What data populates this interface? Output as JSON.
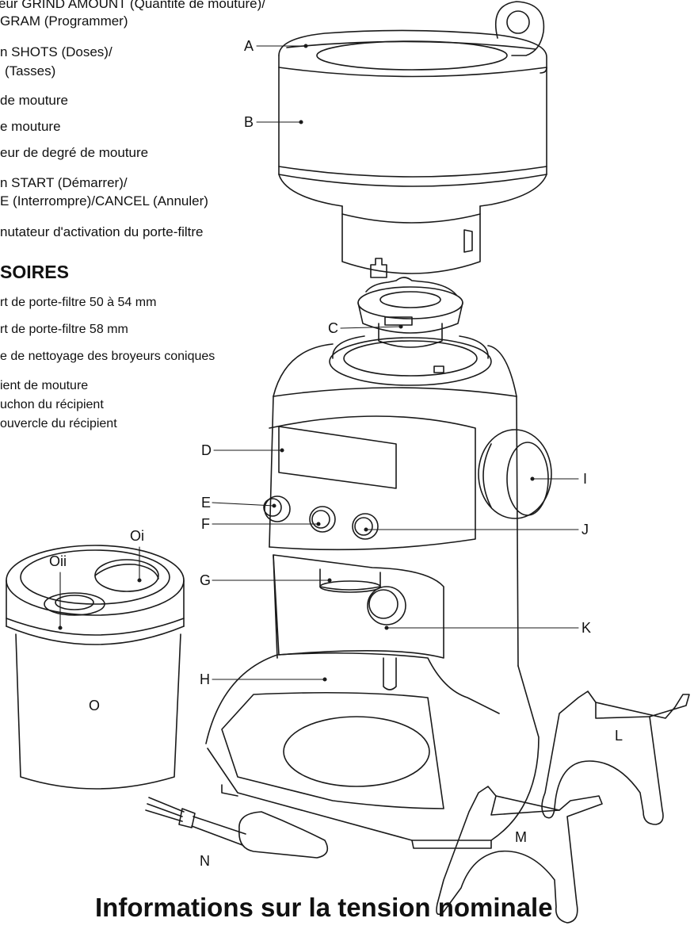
{
  "legend": {
    "lines": [
      "eur GRIND AMOUNT (Quantité de mouture)/",
      "GRAM (Programmer)",
      "n SHOTS (Doses)/",
      "(Tasses)",
      "de mouture",
      "e mouture",
      "eur de degré de mouture",
      "n START (Démarrer)/",
      "E (Interrompre)/CANCEL (Annuler)",
      "nutateur d'activation du porte-filtre"
    ],
    "accessories_heading": "SOIRES",
    "accessories": [
      "rt de porte-filtre 50 à 54 mm",
      "rt de porte-filtre 58 mm",
      "e de nettoyage des broyeurs coniques",
      "ient de mouture",
      "uchon du récipient",
      "ouvercle du récipient"
    ]
  },
  "callouts": {
    "A": "A",
    "B": "B",
    "C": "C",
    "D": "D",
    "E": "E",
    "F": "F",
    "G": "G",
    "H": "H",
    "I": "I",
    "J": "J",
    "K": "K",
    "L": "L",
    "M": "M",
    "N": "N",
    "O": "O",
    "Oi": "Oi",
    "Oii": "Oii"
  },
  "footer_title": "Informations sur la tension nominale"
}
